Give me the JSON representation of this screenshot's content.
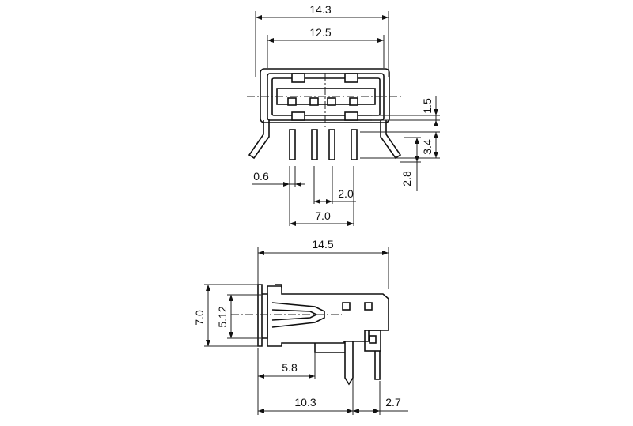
{
  "top_view": {
    "dims": {
      "overall_width": "14.3",
      "housing_width": "12.5",
      "contact_offset": "1.5",
      "pin_length": "3.4",
      "clip_length": "2.8",
      "pin_width": "0.6",
      "pin_pitch": "2.0",
      "pin_span": "7.0"
    }
  },
  "side_view": {
    "dims": {
      "overall_length": "14.5",
      "height": "7.0",
      "center_height": "5.12",
      "pin_offset": "5.8",
      "body_length": "10.3",
      "tail_length": "2.7"
    }
  }
}
